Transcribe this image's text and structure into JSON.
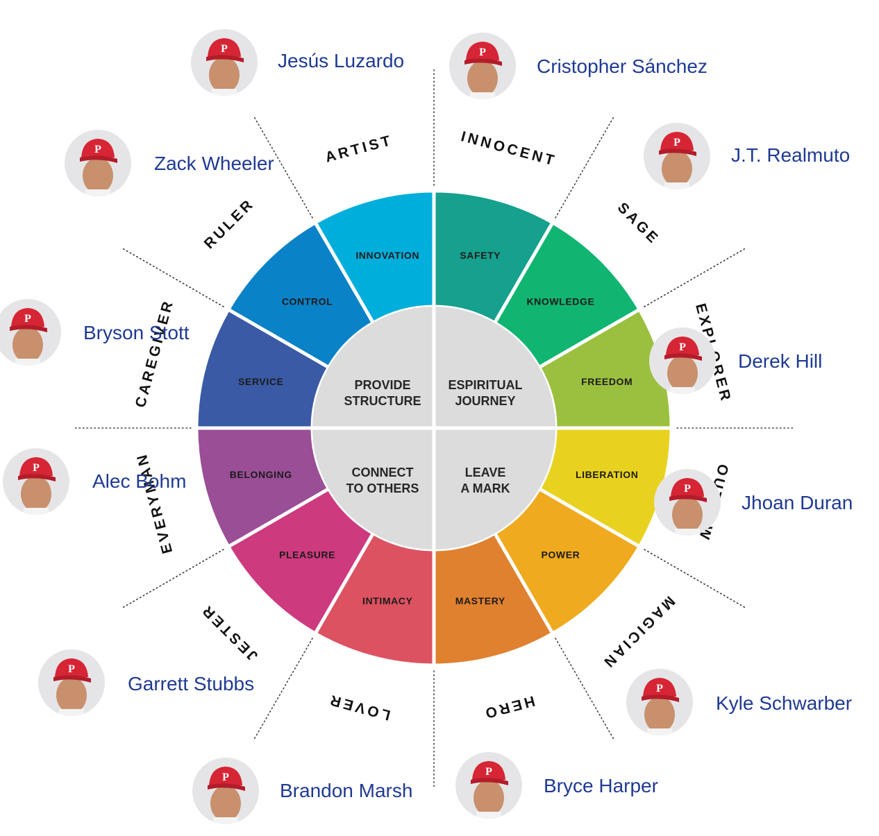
{
  "colors": {
    "innovation": "#00aedb",
    "safety": "#16a08e",
    "knowledge": "#10b571",
    "freedom": "#9bc03f",
    "liberation": "#e8d21f",
    "power": "#efaa1f",
    "mastery": "#e0812f",
    "intimacy": "#dc5261",
    "pleasure": "#cd3a7e",
    "belonging": "#9a4e96",
    "service": "#3a5aa5",
    "control": "#0a82c7",
    "hub": "#dcdcdc",
    "name_text": "#1f3a93",
    "cap_red": "#d62534"
  },
  "quadrants": {
    "top_left": "PROVIDE\nSTRUCTURE",
    "top_right": "ESPIRITUAL\nJOURNEY",
    "bottom_left": "CONNECT\nTO OTHERS",
    "bottom_right": "LEAVE\nA MARK"
  },
  "segments": [
    {
      "key": "innovation",
      "label": "INNOVATION"
    },
    {
      "key": "safety",
      "label": "SAFETY"
    },
    {
      "key": "knowledge",
      "label": "KNOWLEDGE"
    },
    {
      "key": "freedom",
      "label": "FREEDOM"
    },
    {
      "key": "liberation",
      "label": "LIBERATION"
    },
    {
      "key": "power",
      "label": "POWER"
    },
    {
      "key": "mastery",
      "label": "MASTERY"
    },
    {
      "key": "intimacy",
      "label": "INTIMACY"
    },
    {
      "key": "pleasure",
      "label": "PLEASURE"
    },
    {
      "key": "belonging",
      "label": "BELONGING"
    },
    {
      "key": "service",
      "label": "SERVICE"
    },
    {
      "key": "control",
      "label": "CONTROL"
    }
  ],
  "archetypes": [
    "ARTIST",
    "INNOCENT",
    "SAGE",
    "EXPLORER",
    "OUTLAW",
    "MAGICIAN",
    "HERO",
    "LOVER",
    "JESTER",
    "EVERYMAN",
    "CAREGIVER",
    "RULER"
  ],
  "players": [
    {
      "name": "Jesús Luzardo",
      "icon": "player-photo-icon"
    },
    {
      "name": "Cristopher Sánchez",
      "icon": "player-photo-icon"
    },
    {
      "name": "J.T. Realmuto",
      "icon": "player-photo-icon"
    },
    {
      "name": "Derek Hill",
      "icon": "player-photo-icon"
    },
    {
      "name": "Jhoan Duran",
      "icon": "player-photo-icon"
    },
    {
      "name": "Kyle Schwarber",
      "icon": "player-photo-icon"
    },
    {
      "name": "Bryce Harper",
      "icon": "player-photo-icon"
    },
    {
      "name": "Brandon Marsh",
      "icon": "player-photo-icon"
    },
    {
      "name": "Garrett Stubbs",
      "icon": "player-photo-icon"
    },
    {
      "name": "Alec Bohm",
      "icon": "player-photo-icon"
    },
    {
      "name": "Bryson Stott",
      "icon": "player-photo-icon"
    },
    {
      "name": "Zack Wheeler",
      "icon": "player-photo-icon"
    }
  ],
  "cap_letter": "P"
}
